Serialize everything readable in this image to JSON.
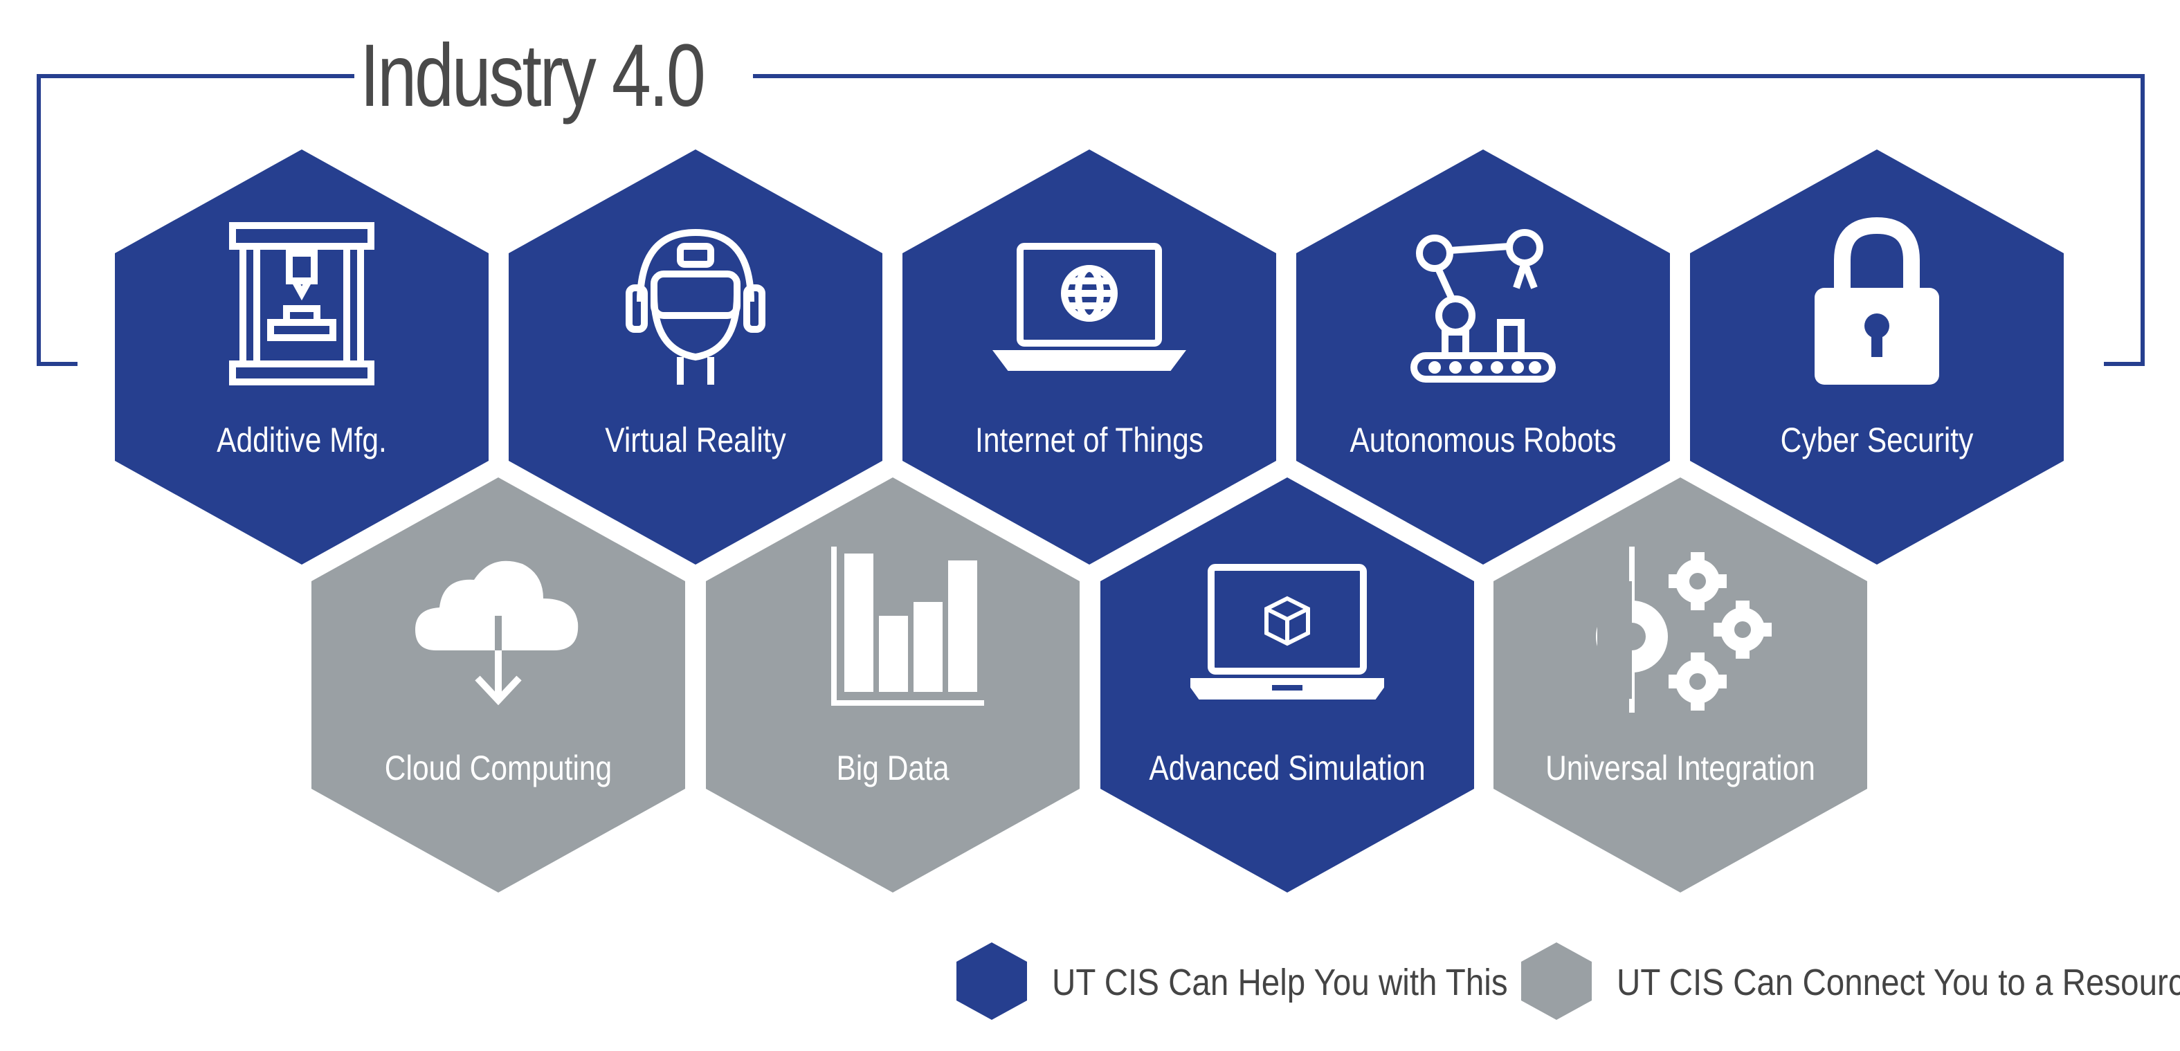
{
  "title": "Industry 4.0",
  "colors": {
    "blue": "#263f8f",
    "gray": "#9aa0a4",
    "frame": "#263f8f",
    "title": "#4a4a4a"
  },
  "hexagons_top": [
    {
      "label": "Additive Mfg.",
      "icon": "3d-printer-icon",
      "color": "blue"
    },
    {
      "label": "Virtual Reality",
      "icon": "vr-headset-icon",
      "color": "blue"
    },
    {
      "label": "Internet of Things",
      "icon": "laptop-globe-icon",
      "color": "blue"
    },
    {
      "label": "Autonomous Robots",
      "icon": "robot-arm-icon",
      "color": "blue"
    },
    {
      "label": "Cyber Security",
      "icon": "padlock-icon",
      "color": "blue"
    }
  ],
  "hexagons_bottom": [
    {
      "label": "Cloud Computing",
      "icon": "cloud-download-icon",
      "color": "gray"
    },
    {
      "label": "Big Data",
      "icon": "bar-chart-icon",
      "color": "gray"
    },
    {
      "label": "Advanced Simulation",
      "icon": "laptop-cube-icon",
      "color": "blue"
    },
    {
      "label": "Universal Integration",
      "icon": "gears-icon",
      "color": "gray"
    }
  ],
  "legend": [
    {
      "label": "UT CIS Can Help You with This",
      "color": "blue"
    },
    {
      "label": "UT CIS Can Connect You to a Resource",
      "color": "gray"
    }
  ]
}
